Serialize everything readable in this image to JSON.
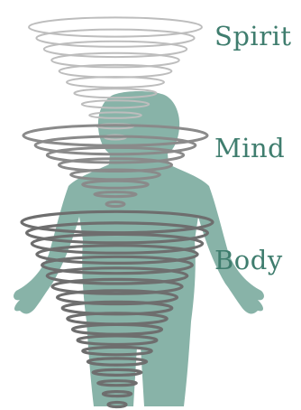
{
  "labels": {
    "spirit": "Spirit",
    "mind": "Mind",
    "body": "Body"
  },
  "colors": {
    "label_text": "#3f7d6e",
    "figure_fill": "#88b3a8",
    "spirit_ring": "#bdbdbd",
    "mind_ring": "#8a8a8a",
    "body_ring": "#6e6e6e"
  },
  "icons": {
    "figure": "human-silhouette-icon",
    "spirit_rings": "spirit-vortex-rings",
    "mind_rings": "mind-vortex-rings",
    "body_rings": "body-vortex-rings"
  }
}
